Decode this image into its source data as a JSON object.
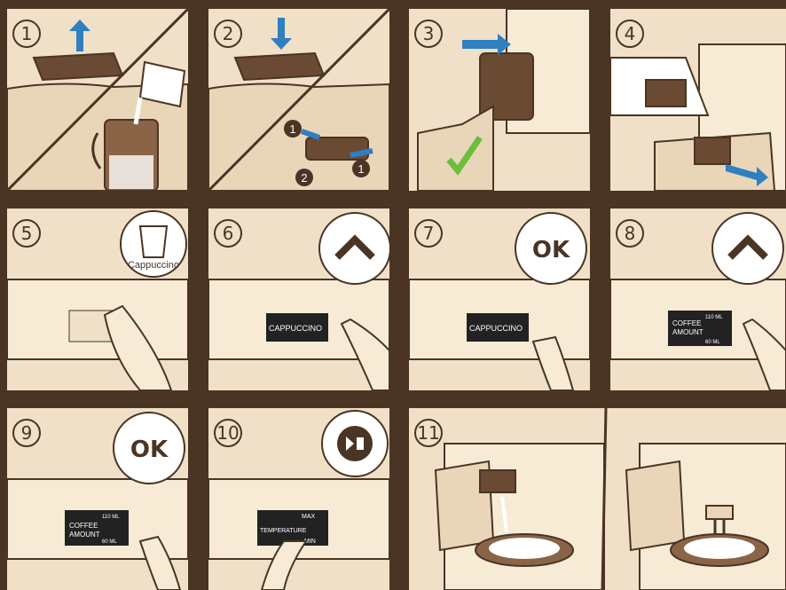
{
  "steps": [
    {
      "number": "1"
    },
    {
      "number": "2"
    },
    {
      "number": "3"
    },
    {
      "number": "4"
    },
    {
      "number": "5",
      "bubble_label": "Cappuccino"
    },
    {
      "number": "6",
      "display_text": "CAPPUCCINO"
    },
    {
      "number": "7",
      "bubble_label": "OK",
      "display_text": "CAPPUCCINO"
    },
    {
      "number": "8",
      "display_line1": "COFFEE",
      "display_line2": "AMOUNT",
      "display_max": "110 ML",
      "display_min": "60 ML"
    },
    {
      "number": "9",
      "bubble_label": "OK",
      "display_line1": "COFFEE",
      "display_line2": "AMOUNT",
      "display_max": "110 ML",
      "display_min": "60 ML"
    },
    {
      "number": "10",
      "display_text": "TEMPERATURE",
      "display_max": "MAX",
      "display_min": "MIN"
    },
    {
      "number": "11"
    }
  ],
  "small_labels": {
    "ok": "OK",
    "step2_callout_a": "1",
    "step2_callout_b": "2",
    "step2_callout_c": "1"
  },
  "colors": {
    "background": "#4a3424",
    "panel": "#f0e0c8",
    "outline": "#4a3424",
    "arrow": "#2f7fc1",
    "check": "#6abf3c",
    "lcd": "#222222"
  }
}
